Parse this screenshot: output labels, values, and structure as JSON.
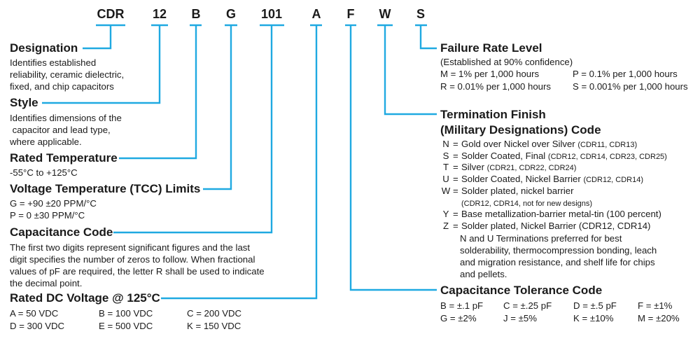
{
  "codes": [
    "CDR",
    "12",
    "B",
    "G",
    "101",
    "A",
    "F",
    "W",
    "S"
  ],
  "sections": {
    "designation": {
      "title": "Designation",
      "lines": [
        "Identifies established",
        "reliability, ceramic dielectric,",
        "fixed, and chip capacitors"
      ]
    },
    "style": {
      "title": "Style",
      "lines": [
        "Identifies dimensions of the",
        " capacitor and lead type,",
        "where applicable."
      ]
    },
    "rated_temp": {
      "title": "Rated Temperature",
      "lines": [
        "-55°C to +125°C"
      ]
    },
    "tcc": {
      "title": "Voltage Temperature (TCC) Limits",
      "lines": [
        "G = +90 ±20 PPM/°C",
        "P = 0 ±30 PPM/°C"
      ]
    },
    "cap_code": {
      "title": "Capacitance Code",
      "lines": [
        "The first two digits represent significant figures and the last",
        "digit specifies the number of zeros to follow. When fractional",
        "values of pF are required, the letter R shall be used to indicate",
        "the decimal point."
      ]
    },
    "voltage": {
      "title": "Rated DC Voltage @ 125°C",
      "items": [
        "A = 50 VDC",
        "B = 100 VDC",
        "C = 200 VDC",
        "D = 300 VDC",
        "E = 500 VDC",
        "K = 150 VDC"
      ]
    },
    "failure": {
      "title": "Failure Rate Level",
      "subtitle": "(Established at 90% confidence)",
      "items": [
        "M = 1% per 1,000 hours",
        "P = 0.1% per 1,000 hours",
        "R = 0.01% per 1,000 hours",
        "S = 0.001% per 1,000 hours"
      ]
    },
    "termination": {
      "title1": "Termination Finish",
      "title2": "(Military Designations) Code",
      "rows": [
        {
          "key": "N",
          "text": "Gold over Nickel over Silver",
          "small": "(CDR11, CDR13)"
        },
        {
          "key": "S",
          "text": "Solder Coated, Final",
          "small": "(CDR12, CDR14, CDR23, CDR25)"
        },
        {
          "key": "T",
          "text": "Silver",
          "small": "(CDR21, CDR22, CDR24)"
        },
        {
          "key": "U",
          "text": "Solder Coated, Nickel Barrier",
          "small": "(CDR12, CDR14)"
        },
        {
          "key": "W",
          "text": "Solder plated, nickel barrier",
          "small": ""
        },
        {
          "key": "",
          "text": "",
          "small": "(CDR12, CDR14, not for new designs)"
        },
        {
          "key": "Y",
          "text": "Base metallization-barrier metal-tin (100 percent)",
          "small": ""
        },
        {
          "key": "Z",
          "text": "Solder plated, Nickel Barrier (CDR12, CDR14)",
          "small": ""
        }
      ],
      "note": [
        "N and U Terminations preferred for best",
        "solderability, thermocompression bonding, leach",
        "and migration resistance, and shelf life for chips",
        "and pellets."
      ]
    },
    "tolerance": {
      "title": "Capacitance Tolerance Code",
      "items": [
        "B = ±.1 pF",
        "C = ±.25 pF",
        "D = ±.5 pF",
        "F = ±1%",
        "G = ±2%",
        "J = ±5%",
        "K = ±10%",
        "M = ±20%"
      ]
    }
  },
  "colors": {
    "connector": "#1fa9e1",
    "text": "#1a1a1a"
  }
}
